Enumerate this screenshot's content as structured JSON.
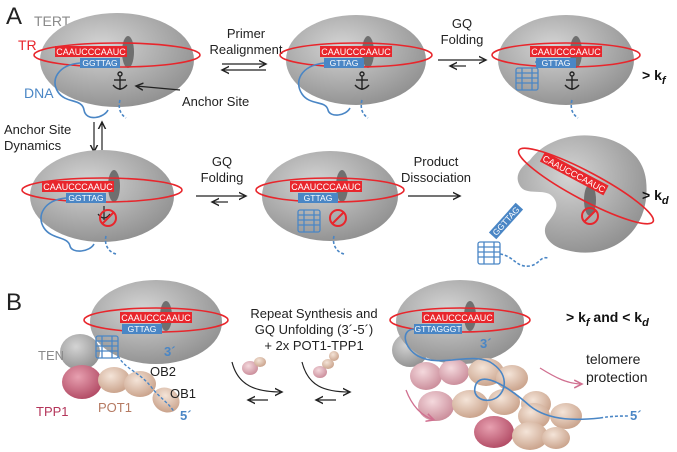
{
  "panels": {
    "a": "A",
    "b": "B"
  },
  "labels": {
    "tert": "TERT",
    "tr": "TR",
    "dna": "DNA",
    "anchor_site": "Anchor Site",
    "anchor_dyn_1": "Anchor Site",
    "anchor_dyn_2": "Dynamics",
    "primer_1": "Primer",
    "primer_2": "Realignment",
    "gq_fold_1": "GQ",
    "gq_fold_2": "Folding",
    "gq_fold2_1": "GQ",
    "gq_fold2_2": "Folding",
    "product_1": "Product",
    "product_2": "Dissociation",
    "rate_kf": "> k",
    "rate_kf_sub": "f",
    "rate_kd": "> k",
    "rate_kd_sub": "d",
    "repeat_1": "Repeat Synthesis and",
    "repeat_2": "GQ Unfolding (3´-5´)",
    "repeat_3": "+ 2x POT1-TPP1",
    "ten": "TEN",
    "tpp1": "TPP1",
    "pot1": "POT1",
    "ob2": "OB2",
    "ob1": "OB1",
    "three_prime": "3´",
    "five_prime": "5´",
    "three_prime_b": "3´",
    "five_prime_b": "5´",
    "telomere_1": "telomere",
    "telomere_2": "protection",
    "final_rate_1": "> k",
    "final_rate_1_sub": "f",
    "final_rate_2": " and < k",
    "final_rate_2_sub": "d"
  },
  "sequences": {
    "tr_a1": "CAAUCCCAAUC",
    "dna_a1": "GGTTAG",
    "tr_a2": "CAAUCCCAAUC",
    "dna_a2": "GTTAG",
    "tr_a3": "CAAUCCCAAUC",
    "dna_a3": "GTTAG",
    "tr_a4": "CAAUCCCAAUC",
    "dna_a4": "GGTTAG",
    "tr_a5": "CAAUCCCAAUC",
    "dna_a5": "GTTAG",
    "tr_a6": "CAAUCCCAAUC",
    "dna_a6": "GGTTAG",
    "tr_b1": "CAAUCCCAAUC",
    "dna_b1": "GTTAG",
    "tr_b2": "CAAUCCCAAUC",
    "dna_b2": "GTTAGGGT"
  },
  "colors": {
    "protein": "#a8a8a8",
    "tr": "#e8262c",
    "dna": "#4a86c5",
    "tpp1": "#c8556e",
    "pot1": "#d9b8a8"
  }
}
